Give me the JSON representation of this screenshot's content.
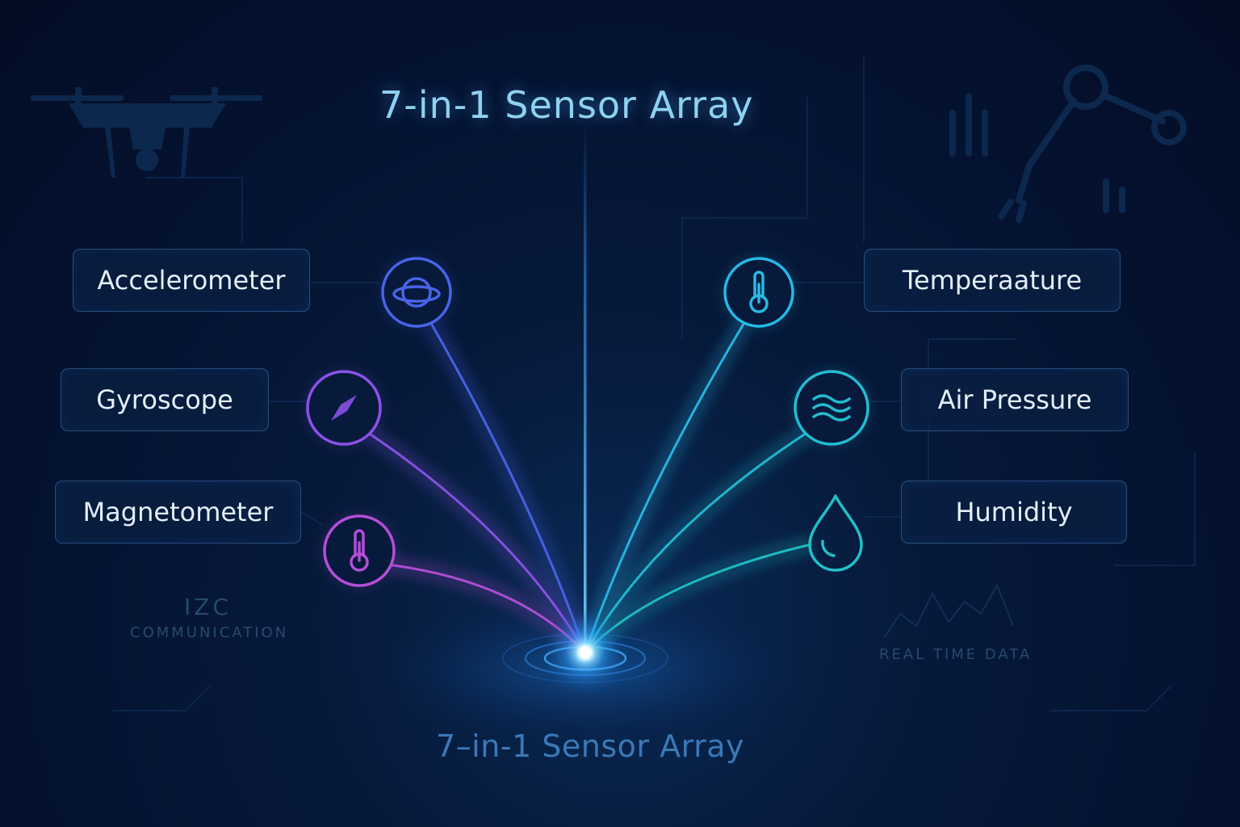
{
  "title": "7-in-1 Sensor Array",
  "subtitle": "7–in-1 Sensor Array",
  "sensors_left": [
    {
      "label": "Accelerometer",
      "icon": "orbit-icon",
      "color": "#4a63e8"
    },
    {
      "label": "Gyroscope",
      "icon": "compass-icon",
      "color": "#8a52e6"
    },
    {
      "label": "Magnetometer",
      "icon": "thermometer-icon",
      "color": "#b44fd8"
    }
  ],
  "sensors_right": [
    {
      "label": "Temperaature",
      "icon": "thermometer-icon",
      "color": "#27b9e4"
    },
    {
      "label": "Air Pressure",
      "icon": "waves-icon",
      "color": "#22bcd2"
    },
    {
      "label": "Humidity",
      "icon": "droplet-icon",
      "color": "#1fc0c6"
    }
  ],
  "notes": {
    "i2c": "IZC",
    "communication": "COMMUNICATION",
    "real_time": "REAL TIME DATA"
  },
  "colors": {
    "background": "#041230",
    "core_glow": "#5fd0ff",
    "center_beam": "#2f8be0",
    "title": "#8fd1f0"
  }
}
